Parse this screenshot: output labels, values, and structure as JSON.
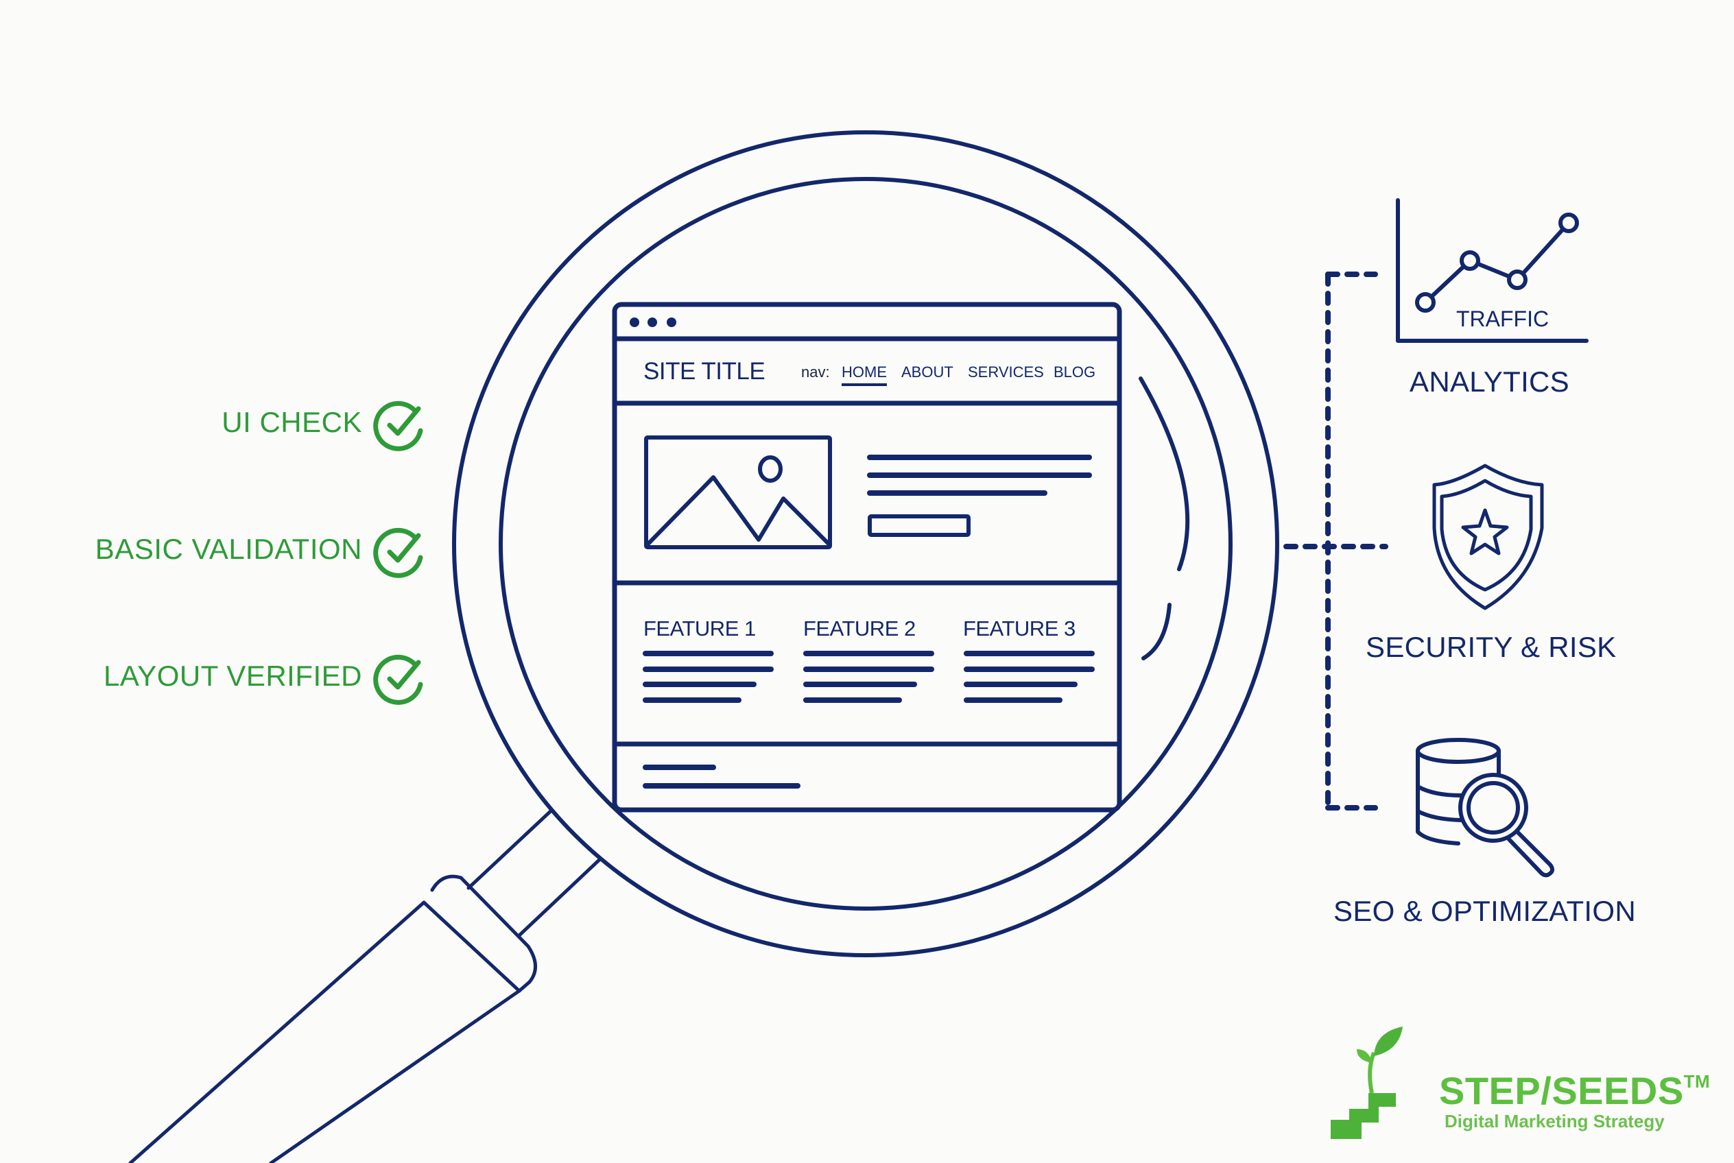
{
  "colors": {
    "navy": "#13276b",
    "green_check": "#2e9b38",
    "brand_green": "#5cbf3f",
    "background": "#fbfbf9"
  },
  "checklist": {
    "items": [
      {
        "label": "UI CHECK",
        "icon": "check-circle-icon",
        "status": "passed"
      },
      {
        "label": "BASIC VALIDATION",
        "icon": "check-circle-icon",
        "status": "passed"
      },
      {
        "label": "LAYOUT VERIFIED",
        "icon": "check-circle-icon",
        "status": "passed"
      }
    ]
  },
  "magnifier": {
    "icon": "magnifying-glass-icon",
    "wireframe": {
      "window_controls": [
        "dot",
        "dot",
        "dot"
      ],
      "site_title": "SITE TITLE",
      "nav_prefix": "nav:",
      "nav_items": [
        {
          "label": "HOME",
          "active": true
        },
        {
          "label": "ABOUT",
          "active": false
        },
        {
          "label": "SERVICES",
          "active": false
        },
        {
          "label": "BLOG",
          "active": false
        }
      ],
      "hero": {
        "image_icon": "image-placeholder-icon",
        "text_lines": 3,
        "button_placeholder": true
      },
      "features": [
        {
          "title": "FEATURE 1",
          "text_lines": 4
        },
        {
          "title": "FEATURE 2",
          "text_lines": 4
        },
        {
          "title": "FEATURE 3",
          "text_lines": 4
        }
      ],
      "footer": {
        "text_lines": 2
      }
    }
  },
  "categories": [
    {
      "label": "ANALYTICS",
      "icon": "line-chart-icon",
      "icon_caption": "TRAFFIC"
    },
    {
      "label": "SECURITY & RISK",
      "icon": "shield-star-icon"
    },
    {
      "label": "SEO & OPTIMIZATION",
      "icon": "database-search-icon"
    }
  ],
  "brand": {
    "name": "STEP/SEEDS",
    "trademark": "TM",
    "tagline": "Digital Marketing Strategy",
    "logo_icon": "sprout-stairs-icon"
  }
}
